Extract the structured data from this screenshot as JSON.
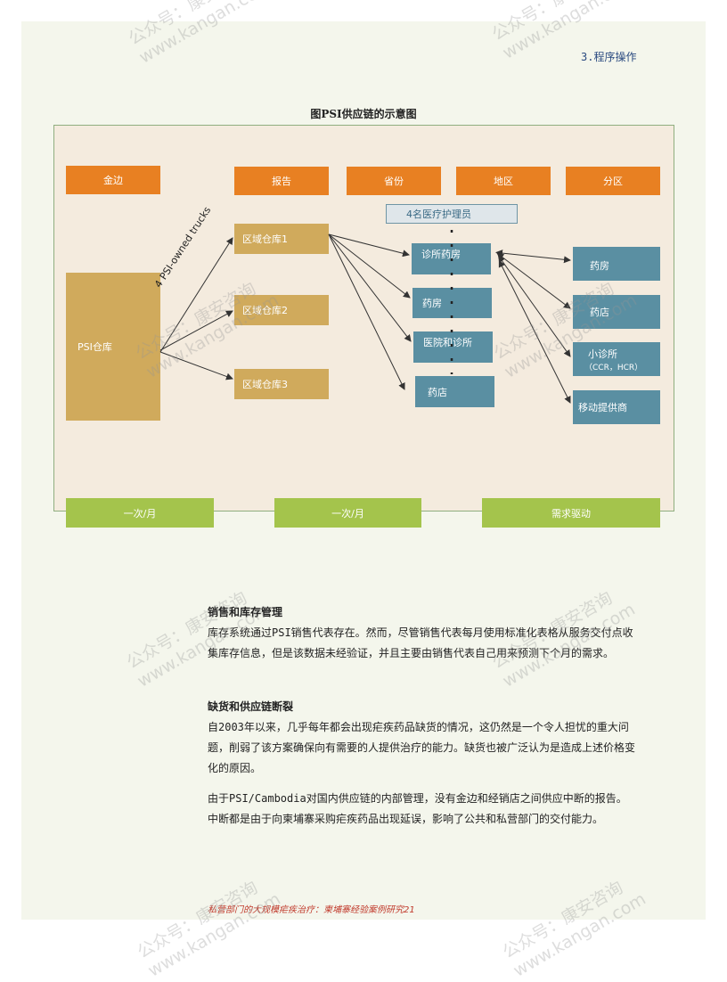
{
  "header": {
    "section": "3.程序操作"
  },
  "figure": {
    "title": "图PSI供应链的示意图"
  },
  "diagram": {
    "source_label": "金边",
    "levels": [
      "报告",
      "省份",
      "地区",
      "分区"
    ],
    "psi_warehouse": "PSI仓库",
    "truck_label": "4 PSI-owned trucks",
    "regional_warehouses": [
      "区域仓库1",
      "区域仓库2",
      "区域仓库3"
    ],
    "nurse_label": "4名医疗护理员",
    "middle_nodes": [
      "诊所药房",
      "药房",
      "医院和诊所",
      "药店"
    ],
    "outlets": [
      {
        "line1": "药房",
        "line2": ""
      },
      {
        "line1": "药店",
        "line2": ""
      },
      {
        "line1": "小诊所",
        "line2": "（CCR，HCR）"
      },
      {
        "line1": "移动提供商",
        "line2": ""
      }
    ],
    "frequency_bars": [
      "一次/月",
      "一次/月",
      "需求驱动"
    ],
    "colors": {
      "orange": "#e88022",
      "tan": "#d0aa5c",
      "teal": "#5a8fa2",
      "green": "#a4c44c",
      "background": "#f4ebde"
    }
  },
  "body": {
    "section1_heading": "销售和库存管理",
    "section1_text": "库存系统通过PSI销售代表存在。然而，尽管销售代表每月使用标准化表格从服务交付点收集库存信息，但是该数据未经验证，并且主要由销售代表自己用来预测下个月的需求。",
    "section2_heading": "缺货和供应链断裂",
    "section2_para1": "自2003年以来，几乎每年都会出现疟疾药品缺货的情况，这仍然是一个令人担忧的重大问题，削弱了该方案确保向有需要的人提供治疗的能力。缺货也被广泛认为是造成上述价格变化的原因。",
    "section2_para2": "由于PSI/Cambodia对国内供应链的内部管理，没有金边和经销店之间供应中断的报告。中断都是由于向柬埔寨采购疟疾药品出现延误，影响了公共和私营部门的交付能力。"
  },
  "footer": {
    "text": "私营部门的大规模疟疾治疗：柬埔寨经验案例研究21"
  },
  "watermark": {
    "line1": "公众号：康安咨询",
    "line2": "www.kangan.com"
  }
}
